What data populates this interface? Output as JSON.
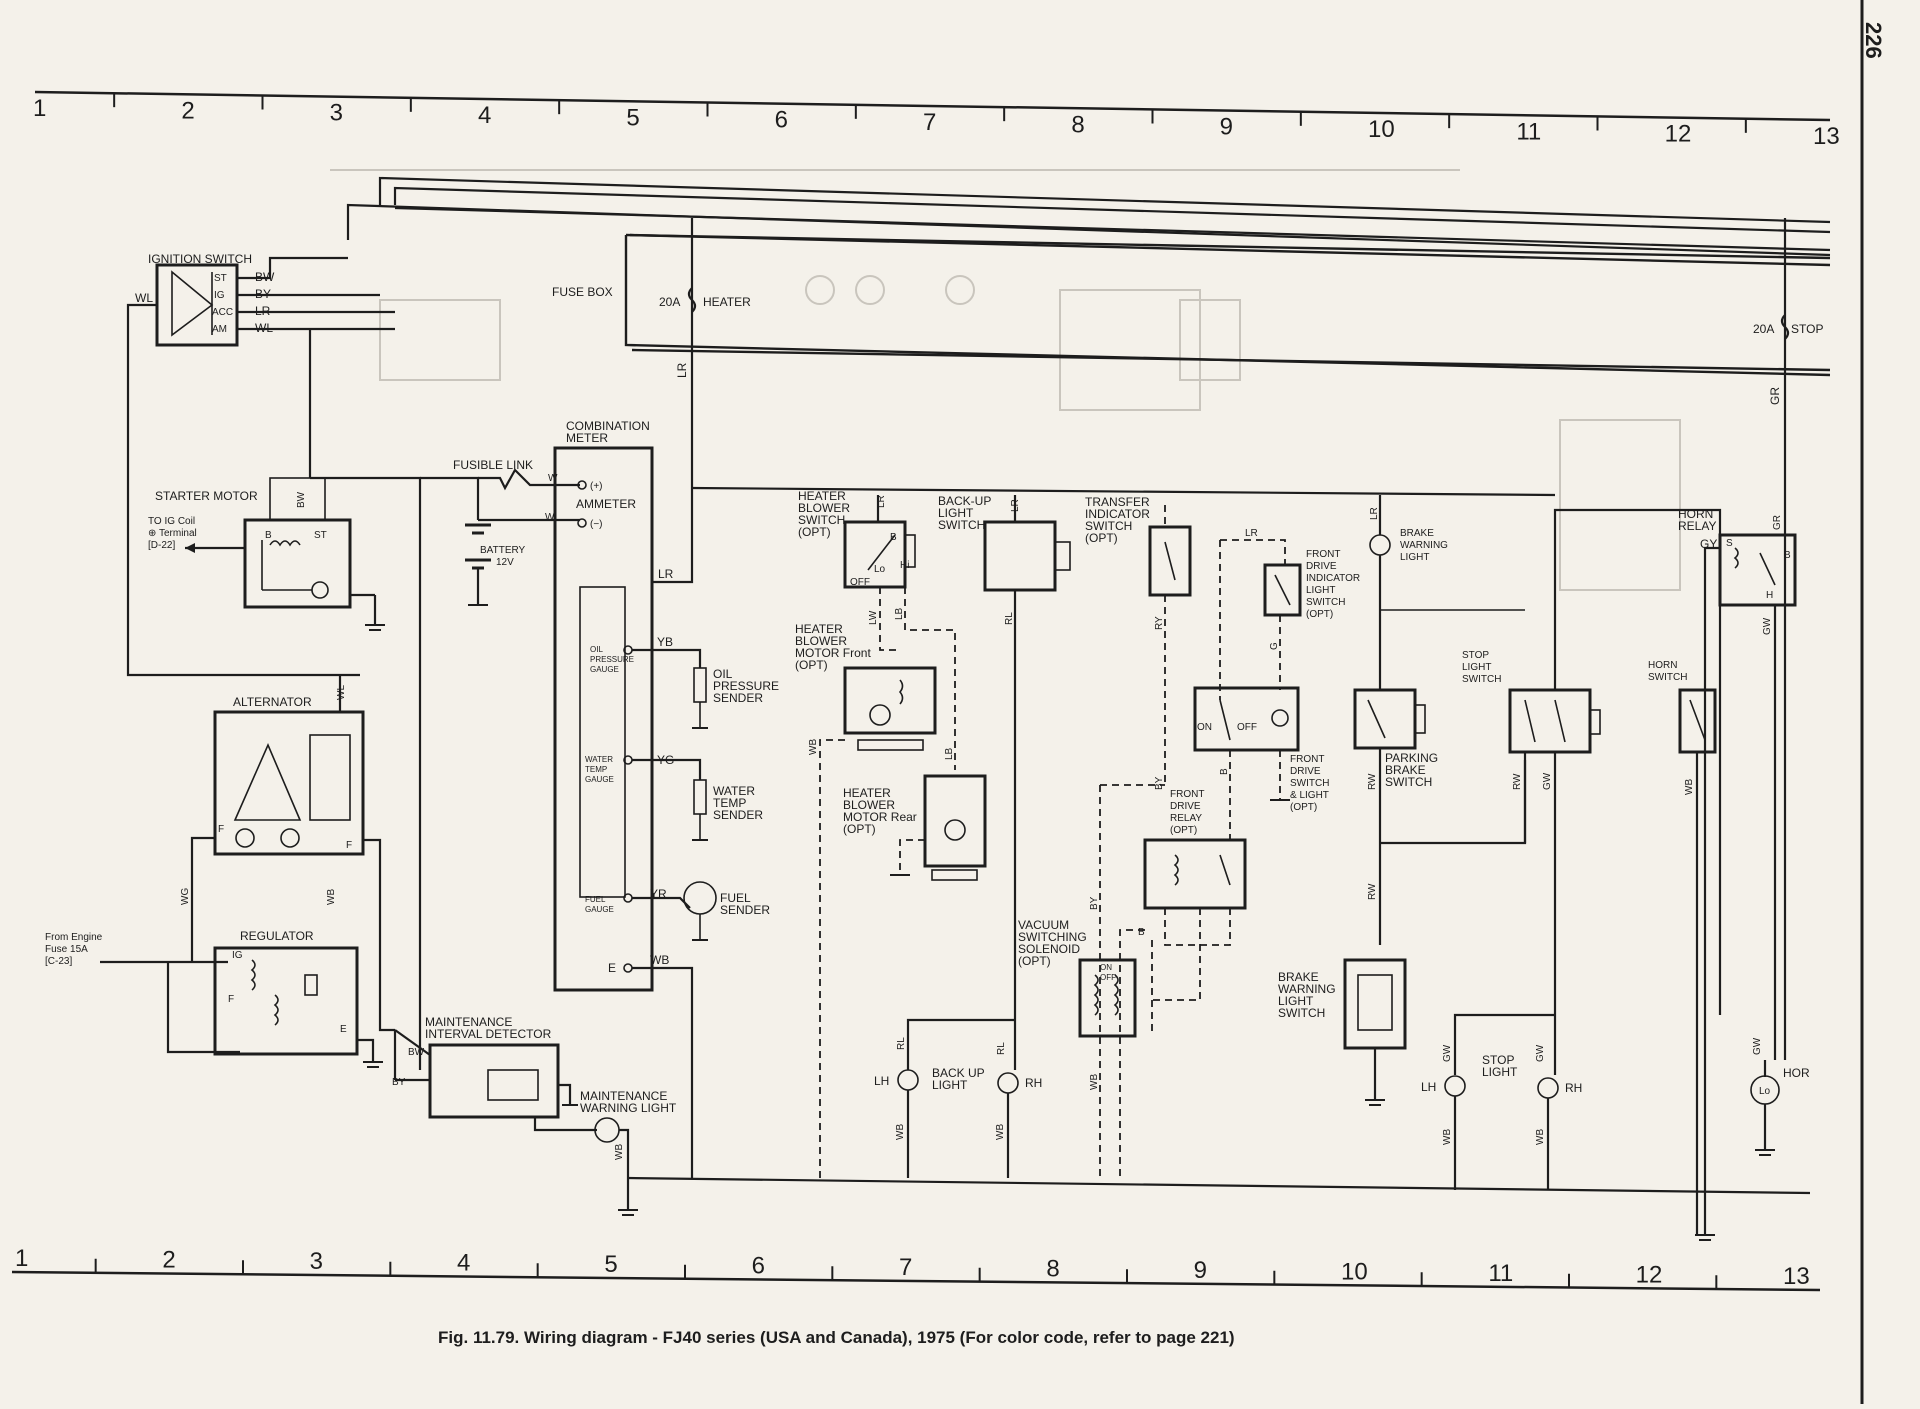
{
  "page_number": "226",
  "caption": "Fig. 11.79. Wiring diagram - FJ40 series (USA and Canada), 1975 (For color code, refer to page 221)",
  "column_numbers": [
    "1",
    "2",
    "3",
    "4",
    "5",
    "6",
    "7",
    "8",
    "9",
    "10",
    "11",
    "12",
    "13"
  ],
  "components": {
    "ignition_switch": {
      "title": "IGNITION SWITCH",
      "terminals": [
        "ST",
        "IG",
        "ACC",
        "AM"
      ],
      "wires": [
        "BW",
        "BY",
        "LR",
        "WL"
      ],
      "wl": "WL"
    },
    "fuse_box": {
      "title": "FUSE BOX",
      "heater_fuse": "20A",
      "heater_label": "HEATER",
      "stop_fuse": "20A",
      "stop_label": "STOP"
    },
    "starter_motor": {
      "title": "STARTER MOTOR",
      "note_line1": "TO IG Coil",
      "note_line2": "⊕ Terminal",
      "note_line3": "[D-22]",
      "b": "B",
      "st": "ST",
      "bw": "BW"
    },
    "alternator": {
      "title": "ALTERNATOR",
      "f1": "F",
      "f2": "F",
      "wl": "WL",
      "wg": "WG",
      "wb": "WB"
    },
    "regulator": {
      "title": "REGULATOR",
      "ig": "IG",
      "f": "F",
      "e": "E",
      "from_line1": "From Engine",
      "from_line2": "Fuse 15A",
      "from_line3": "[C-23]"
    },
    "battery": {
      "fusible_link": "FUSIBLE LINK",
      "w": "W",
      "wl": "WL",
      "title": "BATTERY",
      "volts": "12V"
    },
    "combination_meter": {
      "title_line1": "COMBINATION",
      "title_line2": "METER",
      "plus": "(+)",
      "ammeter": "AMMETER",
      "minus": "(−)",
      "lr": "LR",
      "oil_gauge": [
        "OIL",
        "PRESSURE",
        "GAUGE"
      ],
      "yb": "YB",
      "water_gauge": [
        "WATER",
        "TEMP",
        "GAUGE"
      ],
      "yg": "YG",
      "fuel_gauge": [
        "FUEL",
        "GAUGE"
      ],
      "yr": "YR",
      "e": "E",
      "wb": "WB"
    },
    "senders": {
      "oil": [
        "OIL",
        "PRESSURE",
        "SENDER"
      ],
      "water": [
        "WATER",
        "TEMP",
        "SENDER"
      ],
      "fuel": [
        "FUEL",
        "SENDER"
      ]
    },
    "maintenance": {
      "detector": [
        "MAINTENANCE",
        "INTERVAL DETECTOR"
      ],
      "bw": "BW",
      "by": "BY",
      "light": [
        "MAINTENANCE",
        "WARNING LIGHT"
      ],
      "wb": "WB"
    },
    "heater": {
      "switch": [
        "HEATER",
        "BLOWER",
        "SWITCH",
        "(OPT)"
      ],
      "lo": "Lo",
      "off": "OFF",
      "hi": "Hi",
      "b": "B",
      "lr": "LR",
      "lw": "LW",
      "lb": "LB",
      "motor_front": [
        "HEATER",
        "BLOWER",
        "MOTOR Front",
        "(OPT)"
      ],
      "motor_rear": [
        "HEATER",
        "BLOWER",
        "MOTOR Rear",
        "(OPT)"
      ],
      "wb": "WB",
      "lb2": "LB"
    },
    "backup": {
      "switch": [
        "BACK-UP",
        "LIGHT",
        "SWITCH"
      ],
      "lr": "LR",
      "rl": "RL",
      "rl2": "RL",
      "rl3": "RL",
      "light": [
        "BACK UP",
        "LIGHT"
      ],
      "lh": "LH",
      "rh": "RH",
      "wb1": "WB",
      "wb2": "WB"
    },
    "transfer": {
      "switch": [
        "TRANSFER",
        "INDICATOR",
        "SWITCH",
        "(OPT)"
      ],
      "ry": "RY",
      "lr": "LR"
    },
    "front_drive": {
      "indicator": [
        "FRONT",
        "DRIVE",
        "INDICATOR",
        "LIGHT",
        "SWITCH",
        "(OPT)"
      ],
      "switch": [
        "FRONT",
        "DRIVE",
        "SWITCH",
        "& LIGHT",
        "(OPT)"
      ],
      "on": "ON",
      "off": "OFF",
      "relay": [
        "FRONT",
        "DRIVE",
        "RELAY",
        "(OPT)"
      ],
      "by": "BY",
      "b": "B",
      "g": "G",
      "lr": "LR"
    },
    "vacuum": {
      "label": [
        "VACUUM",
        "SWITCHING",
        "SOLENOID",
        "(OPT)"
      ],
      "on": "ON",
      "off": "OFF",
      "wb": "WB",
      "b": "B",
      "by": "BY"
    },
    "brake": {
      "warning_light": [
        "BRAKE",
        "WARNING",
        "LIGHT"
      ],
      "parking": [
        "PARKING",
        "BRAKE",
        "SWITCH"
      ],
      "warning_switch": [
        "BRAKE",
        "WARNING",
        "LIGHT",
        "SWITCH"
      ],
      "rw1": "RW",
      "rw2": "RW",
      "lr": "LR"
    },
    "stop": {
      "switch": [
        "STOP",
        "LIGHT",
        "SWITCH"
      ],
      "rw": "RW",
      "gw": "GW",
      "gw2": "GW",
      "gw3": "GW",
      "light": [
        "STOP",
        "LIGHT"
      ],
      "lh": "LH",
      "rh": "RH",
      "wb1": "WB",
      "wb2": "WB",
      "gr": "GR"
    },
    "horn": {
      "relay": [
        "HORN",
        "RELAY"
      ],
      "gy": "GY",
      "s": "S",
      "b": "B",
      "h": "H",
      "gr": "GR",
      "gw": "GW",
      "gw2": "GW",
      "switch": [
        "HORN",
        "SWITCH"
      ],
      "wb": "WB",
      "hor": "HOR",
      "lo": "Lo"
    }
  }
}
